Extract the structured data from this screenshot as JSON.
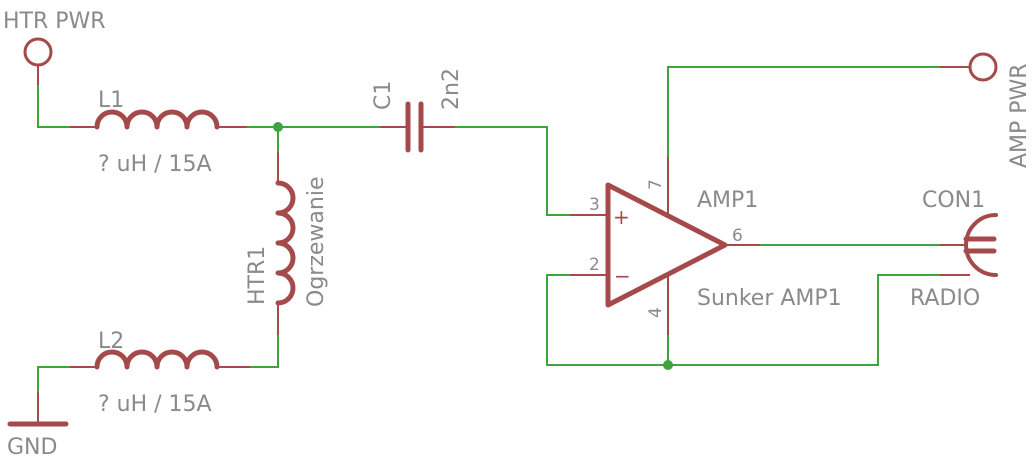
{
  "labels": {
    "htr_pwr": "HTR PWR",
    "gnd": "GND",
    "l1_name": "L1",
    "l1_value": "? uH / 15A",
    "l2_name": "L2",
    "l2_value": "? uH / 15A",
    "htr1_name": "HTR1",
    "htr1_value": "Ogrzewanie",
    "c1_name": "C1",
    "c1_value": "2n2",
    "amp_name": "AMP1",
    "amp_value": "Sunker AMP1",
    "amp_pwr": "AMP PWR",
    "con_name": "CON1",
    "con_value": "RADIO"
  },
  "pins": {
    "p2": "2",
    "p3": "3",
    "p4": "4",
    "p6": "6",
    "p7": "7",
    "plus": "+",
    "minus": "−"
  },
  "colors": {
    "wire": "#3fa33f",
    "component": "#a54a4a",
    "text": "#8a8a8a"
  }
}
